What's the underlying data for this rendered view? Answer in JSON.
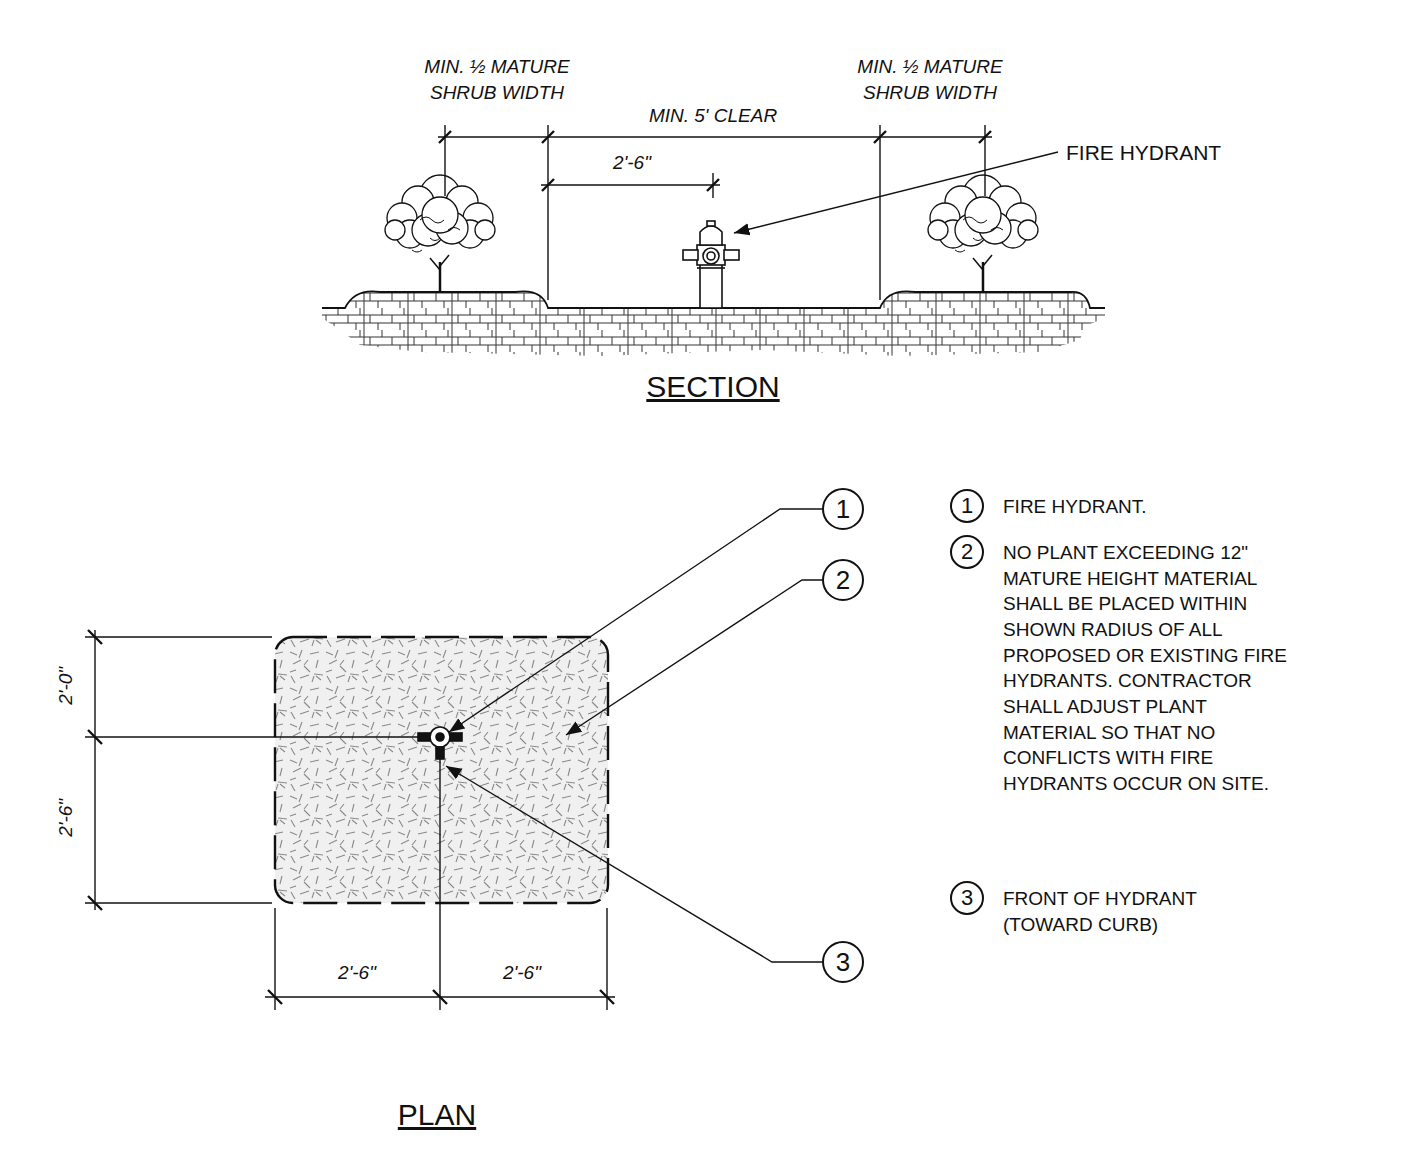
{
  "diagram": {
    "nodes": [
      {
        "text": [
          "1"
        ]
      },
      {
        "text": [
          "2"
        ]
      },
      {
        "text": [
          "3"
        ]
      },
      {
        "text": [
          "1"
        ]
      },
      {
        "text": [
          "2"
        ]
      },
      {
        "text": [
          "3"
        ]
      }
    ],
    "labels": [
      "MIN. ½ MATURE SHRUB WIDTH",
      "MIN. ½ MATURE SHRUB WIDTH",
      "MIN. 5' CLEAR",
      "2'-6\"",
      "FIRE HYDRANT",
      "SECTION",
      "2'-0\"",
      "2'-6\"",
      "2'-6\"",
      "2'-6\"",
      "PLAN",
      "FIRE HYDRANT.",
      "NO PLANT EXCEEDING 12\" MATURE HEIGHT MATERIAL SHALL BE PLACED WITHIN SHOWN RADIUS OF ALL PROPOSED OR EXISTING FIRE HYDRANTS. CONTRACTOR SHALL ADJUST PLANT MATERIAL SO THAT NO CONFLICTS WITH FIRE HYDRANTS OCCUR ON SITE.",
      "FRONT OF HYDRANT (TOWARD CURB)"
    ]
  }
}
